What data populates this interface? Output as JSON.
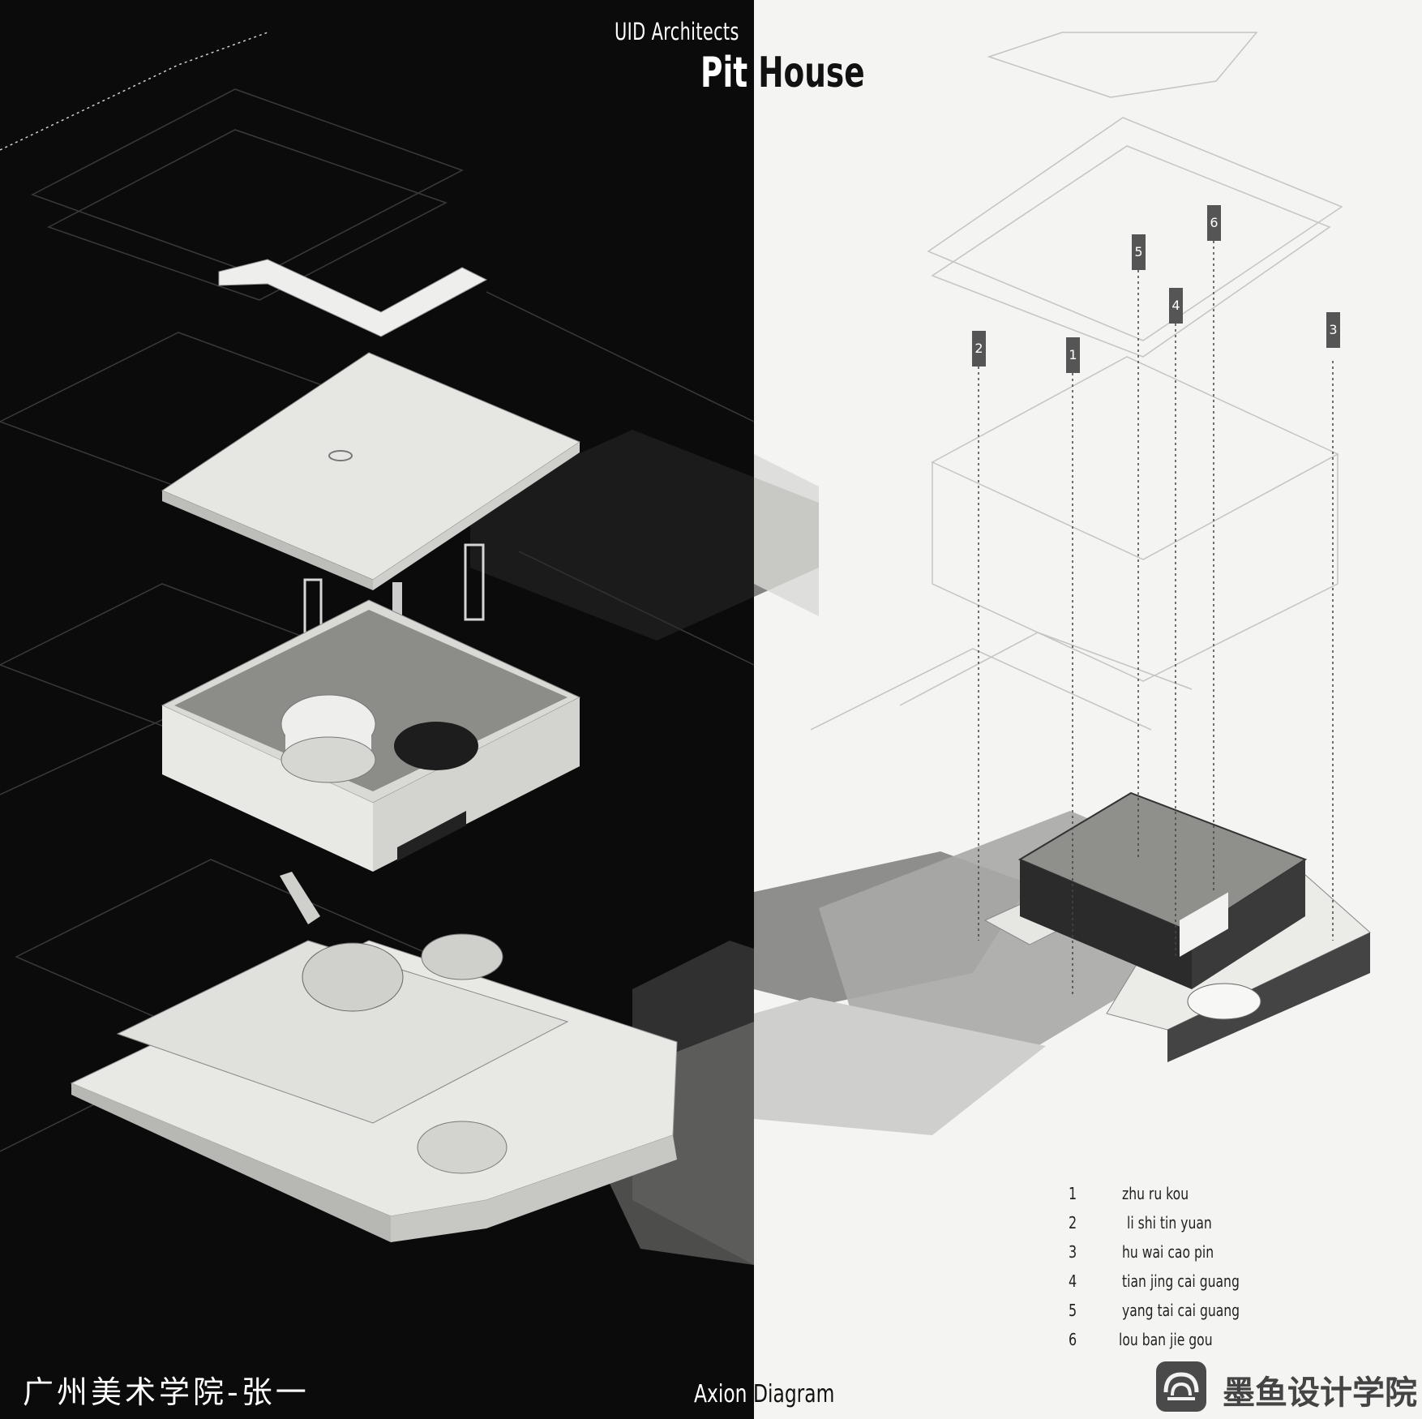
{
  "header": {
    "architect": "UID Architects",
    "title_part1": "Pit",
    "title_part2": "House"
  },
  "author": "广州美术学院-张一",
  "caption": {
    "part1": "Axion",
    "part2": "Diagram"
  },
  "tags": [
    "2",
    "1",
    "5",
    "4",
    "6",
    "3"
  ],
  "legend": [
    {
      "num": "1",
      "label": "zhu ru kou"
    },
    {
      "num": "2",
      "label": "li shi tin yuan"
    },
    {
      "num": "3",
      "label": "hu wai cao pin"
    },
    {
      "num": "4",
      "label": "tian jing cai guang"
    },
    {
      "num": "5",
      "label": "yang tai cai guang"
    },
    {
      "num": "6",
      "label": "lou ban jie gou"
    }
  ],
  "brand": {
    "name": "墨鱼设计学院",
    "logo_icon": "moyu-logo-icon"
  },
  "colors": {
    "dark_bg": "#0b0b0b",
    "light_bg": "#f4f4f2",
    "concrete": "#e6e6e3",
    "tag": "#555555"
  }
}
